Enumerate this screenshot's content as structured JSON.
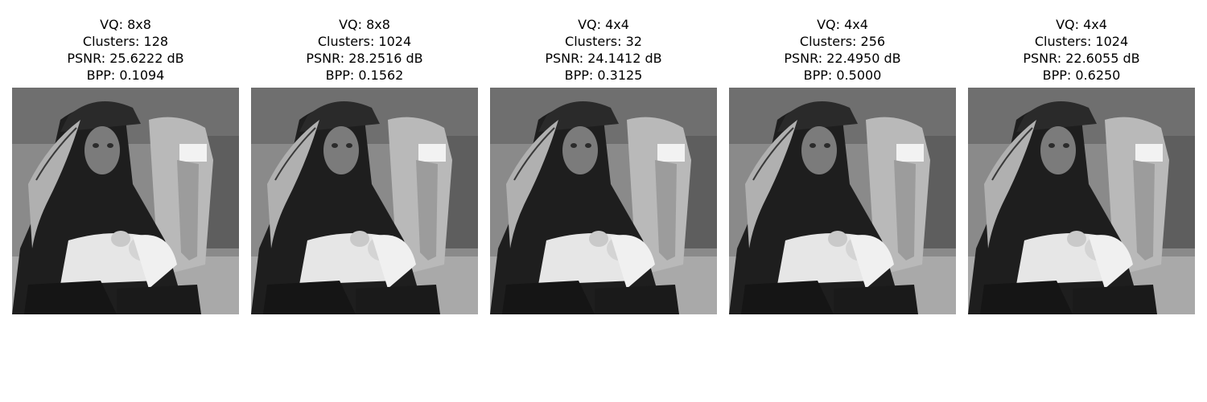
{
  "panels": [
    {
      "line1": "VQ: 8x8",
      "line2": "Clusters: 128",
      "line3": "PSNR: 25.6222 dB",
      "line4": "BPP: 0.1094",
      "image": "quantized-portrait-photo"
    },
    {
      "line1": "VQ: 8x8",
      "line2": "Clusters: 1024",
      "line3": "PSNR: 28.2516 dB",
      "line4": "BPP: 0.1562",
      "image": "quantized-portrait-photo"
    },
    {
      "line1": "VQ: 4x4",
      "line2": "Clusters: 32",
      "line3": "PSNR: 24.1412 dB",
      "line4": "BPP: 0.3125",
      "image": "quantized-portrait-photo"
    },
    {
      "line1": "VQ: 4x4",
      "line2": "Clusters: 256",
      "line3": "PSNR: 22.4950 dB",
      "line4": "BPP: 0.5000",
      "image": "quantized-portrait-photo"
    },
    {
      "line1": "VQ: 4x4",
      "line2": "Clusters: 1024",
      "line3": "PSNR: 22.6055 dB",
      "line4": "BPP: 0.6250",
      "image": "quantized-portrait-photo"
    }
  ]
}
